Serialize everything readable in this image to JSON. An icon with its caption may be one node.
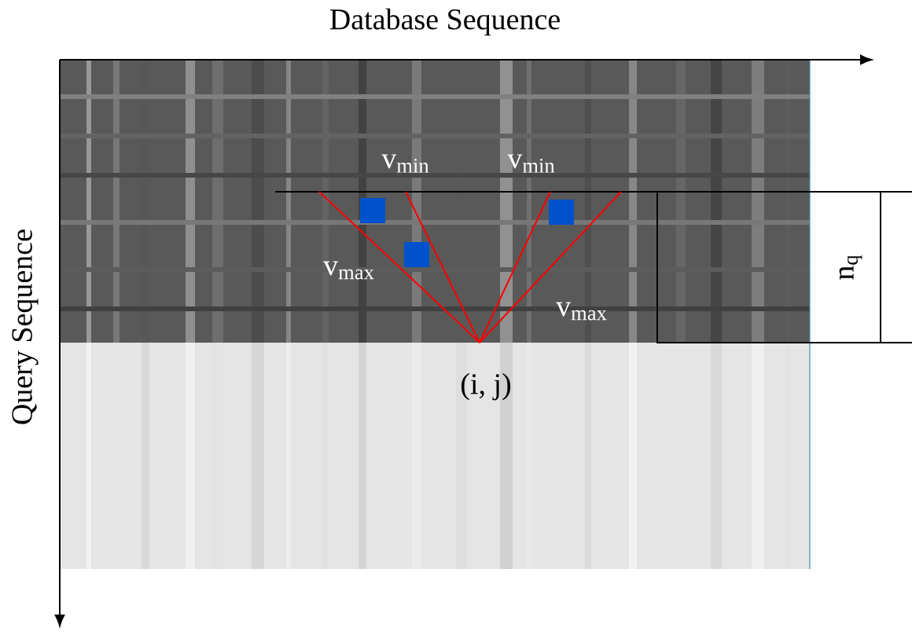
{
  "diagram": {
    "labels": [
      "Database Sequence",
      "Query Sequence",
      "v$_{min}$",
      "v$_{min}$",
      "v$_{max}$",
      "v$_{max}$",
      "(i, j)",
      "n$_{q}$"
    ]
  }
}
